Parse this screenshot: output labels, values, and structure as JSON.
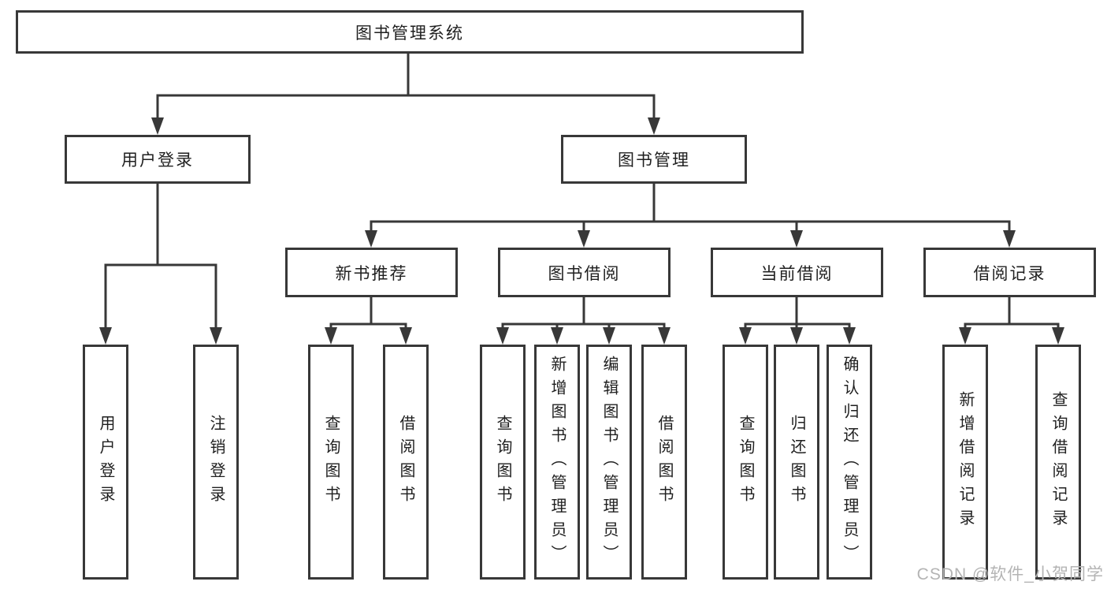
{
  "diagram_title": "图书管理系统",
  "colors": {
    "background": "#ffffff",
    "line": "#383838",
    "box_border": "#383838",
    "text": "#1f1f1f",
    "watermark": "#b4b4b4"
  },
  "nodes": {
    "root": {
      "label": "图书管理系统"
    },
    "user_login": {
      "label": "用户登录"
    },
    "book_mgmt": {
      "label": "图书管理"
    },
    "new_book_rec": {
      "label": "新书推荐"
    },
    "book_borrow": {
      "label": "图书借阅"
    },
    "current_borrow": {
      "label": "当前借阅"
    },
    "borrow_record": {
      "label": "借阅记录"
    },
    "leaf_user_login": {
      "label": "用户登录"
    },
    "leaf_logout": {
      "label": "注销登录"
    },
    "leaf_query_book_1": {
      "label": "查询图书"
    },
    "leaf_borrow_book_1": {
      "label": "借阅图书"
    },
    "leaf_query_book_2": {
      "label": "查询图书"
    },
    "leaf_add_book": {
      "label": "新增图书（管理员）"
    },
    "leaf_edit_book": {
      "label": "编辑图书（管理员）"
    },
    "leaf_borrow_book_2": {
      "label": "借阅图书"
    },
    "leaf_query_book_3": {
      "label": "查询图书"
    },
    "leaf_return_book": {
      "label": "归还图书"
    },
    "leaf_confirm_return": {
      "label": "确认归还（管理员）"
    },
    "leaf_add_record": {
      "label": "新增借阅记录"
    },
    "leaf_query_record": {
      "label": "查询借阅记录"
    }
  },
  "edges": [
    {
      "from": "root",
      "to": "user_login"
    },
    {
      "from": "root",
      "to": "book_mgmt"
    },
    {
      "from": "user_login",
      "to": "leaf_user_login"
    },
    {
      "from": "user_login",
      "to": "leaf_logout"
    },
    {
      "from": "book_mgmt",
      "to": "new_book_rec"
    },
    {
      "from": "book_mgmt",
      "to": "book_borrow"
    },
    {
      "from": "book_mgmt",
      "to": "current_borrow"
    },
    {
      "from": "book_mgmt",
      "to": "borrow_record"
    },
    {
      "from": "new_book_rec",
      "to": "leaf_query_book_1"
    },
    {
      "from": "new_book_rec",
      "to": "leaf_borrow_book_1"
    },
    {
      "from": "book_borrow",
      "to": "leaf_query_book_2"
    },
    {
      "from": "book_borrow",
      "to": "leaf_add_book"
    },
    {
      "from": "book_borrow",
      "to": "leaf_edit_book"
    },
    {
      "from": "book_borrow",
      "to": "leaf_borrow_book_2"
    },
    {
      "from": "current_borrow",
      "to": "leaf_query_book_3"
    },
    {
      "from": "current_borrow",
      "to": "leaf_return_book"
    },
    {
      "from": "current_borrow",
      "to": "leaf_confirm_return"
    },
    {
      "from": "borrow_record",
      "to": "leaf_add_record"
    },
    {
      "from": "borrow_record",
      "to": "leaf_query_record"
    }
  ],
  "watermark": {
    "text": "CSDN @软件_小贺同学"
  }
}
